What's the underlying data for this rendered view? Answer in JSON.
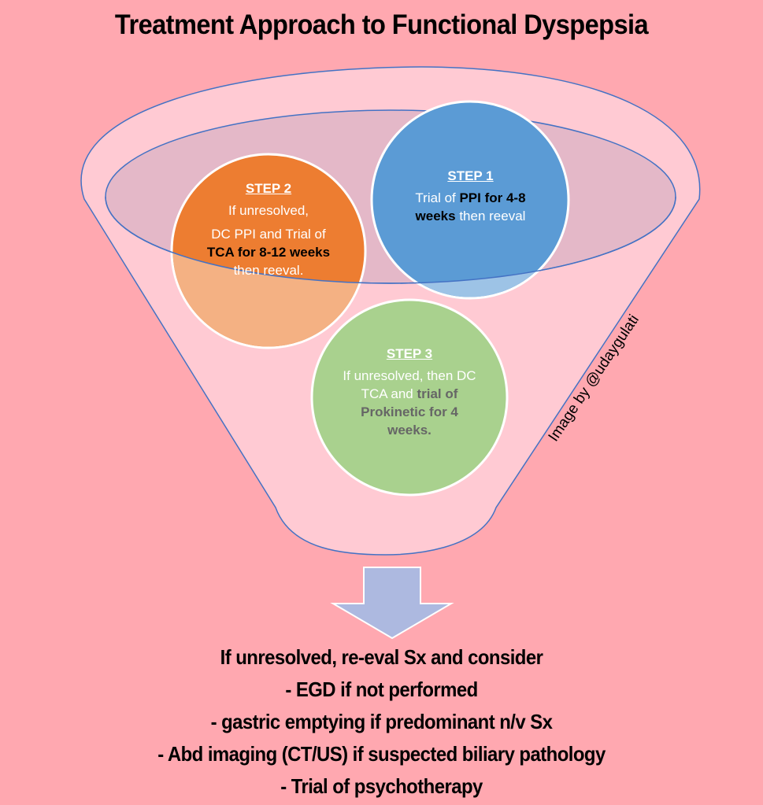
{
  "title": "Treatment Approach to Functional Dyspepsia",
  "colors": {
    "background": "#ffa8b0",
    "funnel_fill": "#ffcad3",
    "funnel_outline": "#4472c4",
    "funnel_mouth": "#e4b8c8",
    "step1": "#5b9bd5",
    "step2": "#ed7d31",
    "step3": "#a9d18e",
    "arrow": "#adb9e0"
  },
  "steps": [
    {
      "heading": "STEP 1",
      "text_plain_1": "Trial of ",
      "text_bold_1": "PPI for 4-8 weeks",
      "text_plain_2": " then reeval"
    },
    {
      "heading": "STEP 2",
      "line1": "If unresolved,",
      "line2": "DC PPI and Trial of",
      "text_bold_1": "TCA for 8-12 weeks",
      "text_plain_2": " then reeval."
    },
    {
      "heading": "STEP 3",
      "text_plain_1": "If unresolved, then DC TCA and ",
      "text_bold_1": "trial of Prokinetic for 4 weeks."
    }
  ],
  "credit": "Image by @udaygulati",
  "next_steps": {
    "intro": "If unresolved, re-eval Sx and consider",
    "items": [
      "- EGD if not performed",
      "- gastric emptying if predominant n/v Sx",
      "- Abd imaging (CT/US) if suspected biliary pathology",
      "- Trial of psychotherapy"
    ]
  }
}
